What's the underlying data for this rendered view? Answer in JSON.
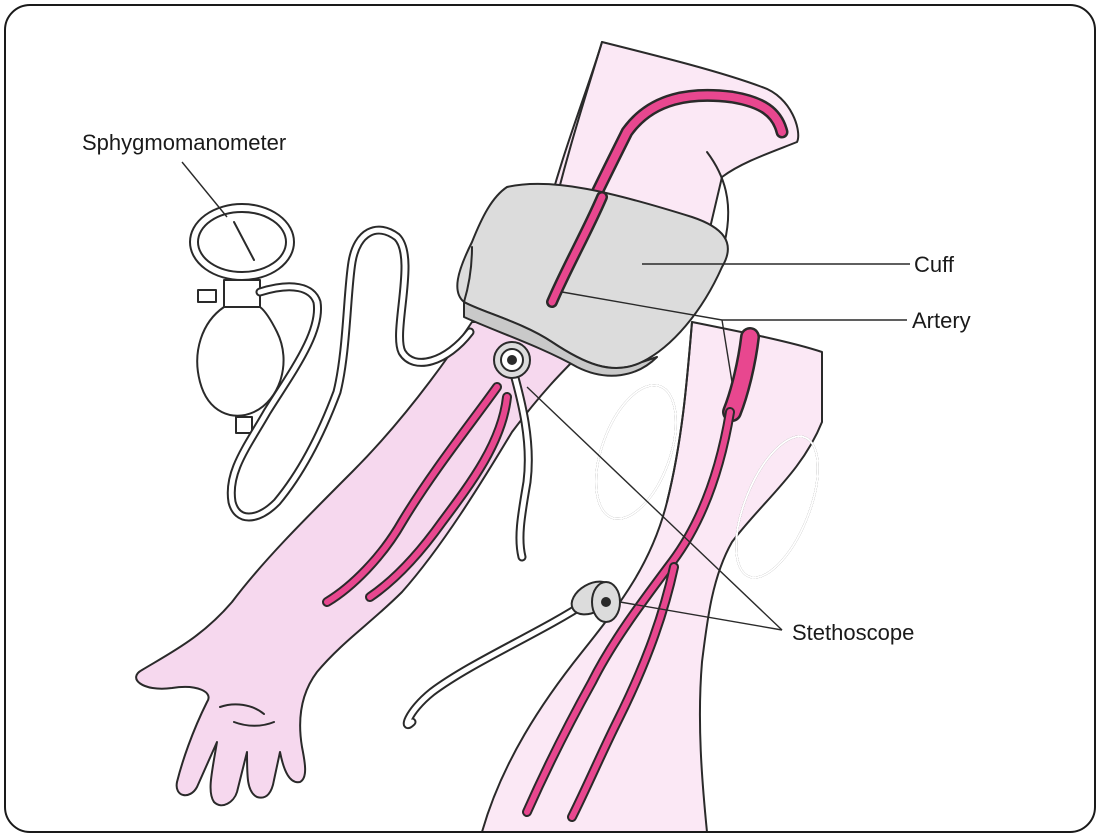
{
  "labels": {
    "sphygmomanometer": "Sphygmomanometer",
    "cuff": "Cuff",
    "artery": "Artery",
    "stethoscope": "Stethoscope"
  },
  "colors": {
    "skin": "#f6d8ee",
    "artery": "#e8478f",
    "cuff": "#dcdcdc",
    "outline": "#2a2a2a"
  }
}
